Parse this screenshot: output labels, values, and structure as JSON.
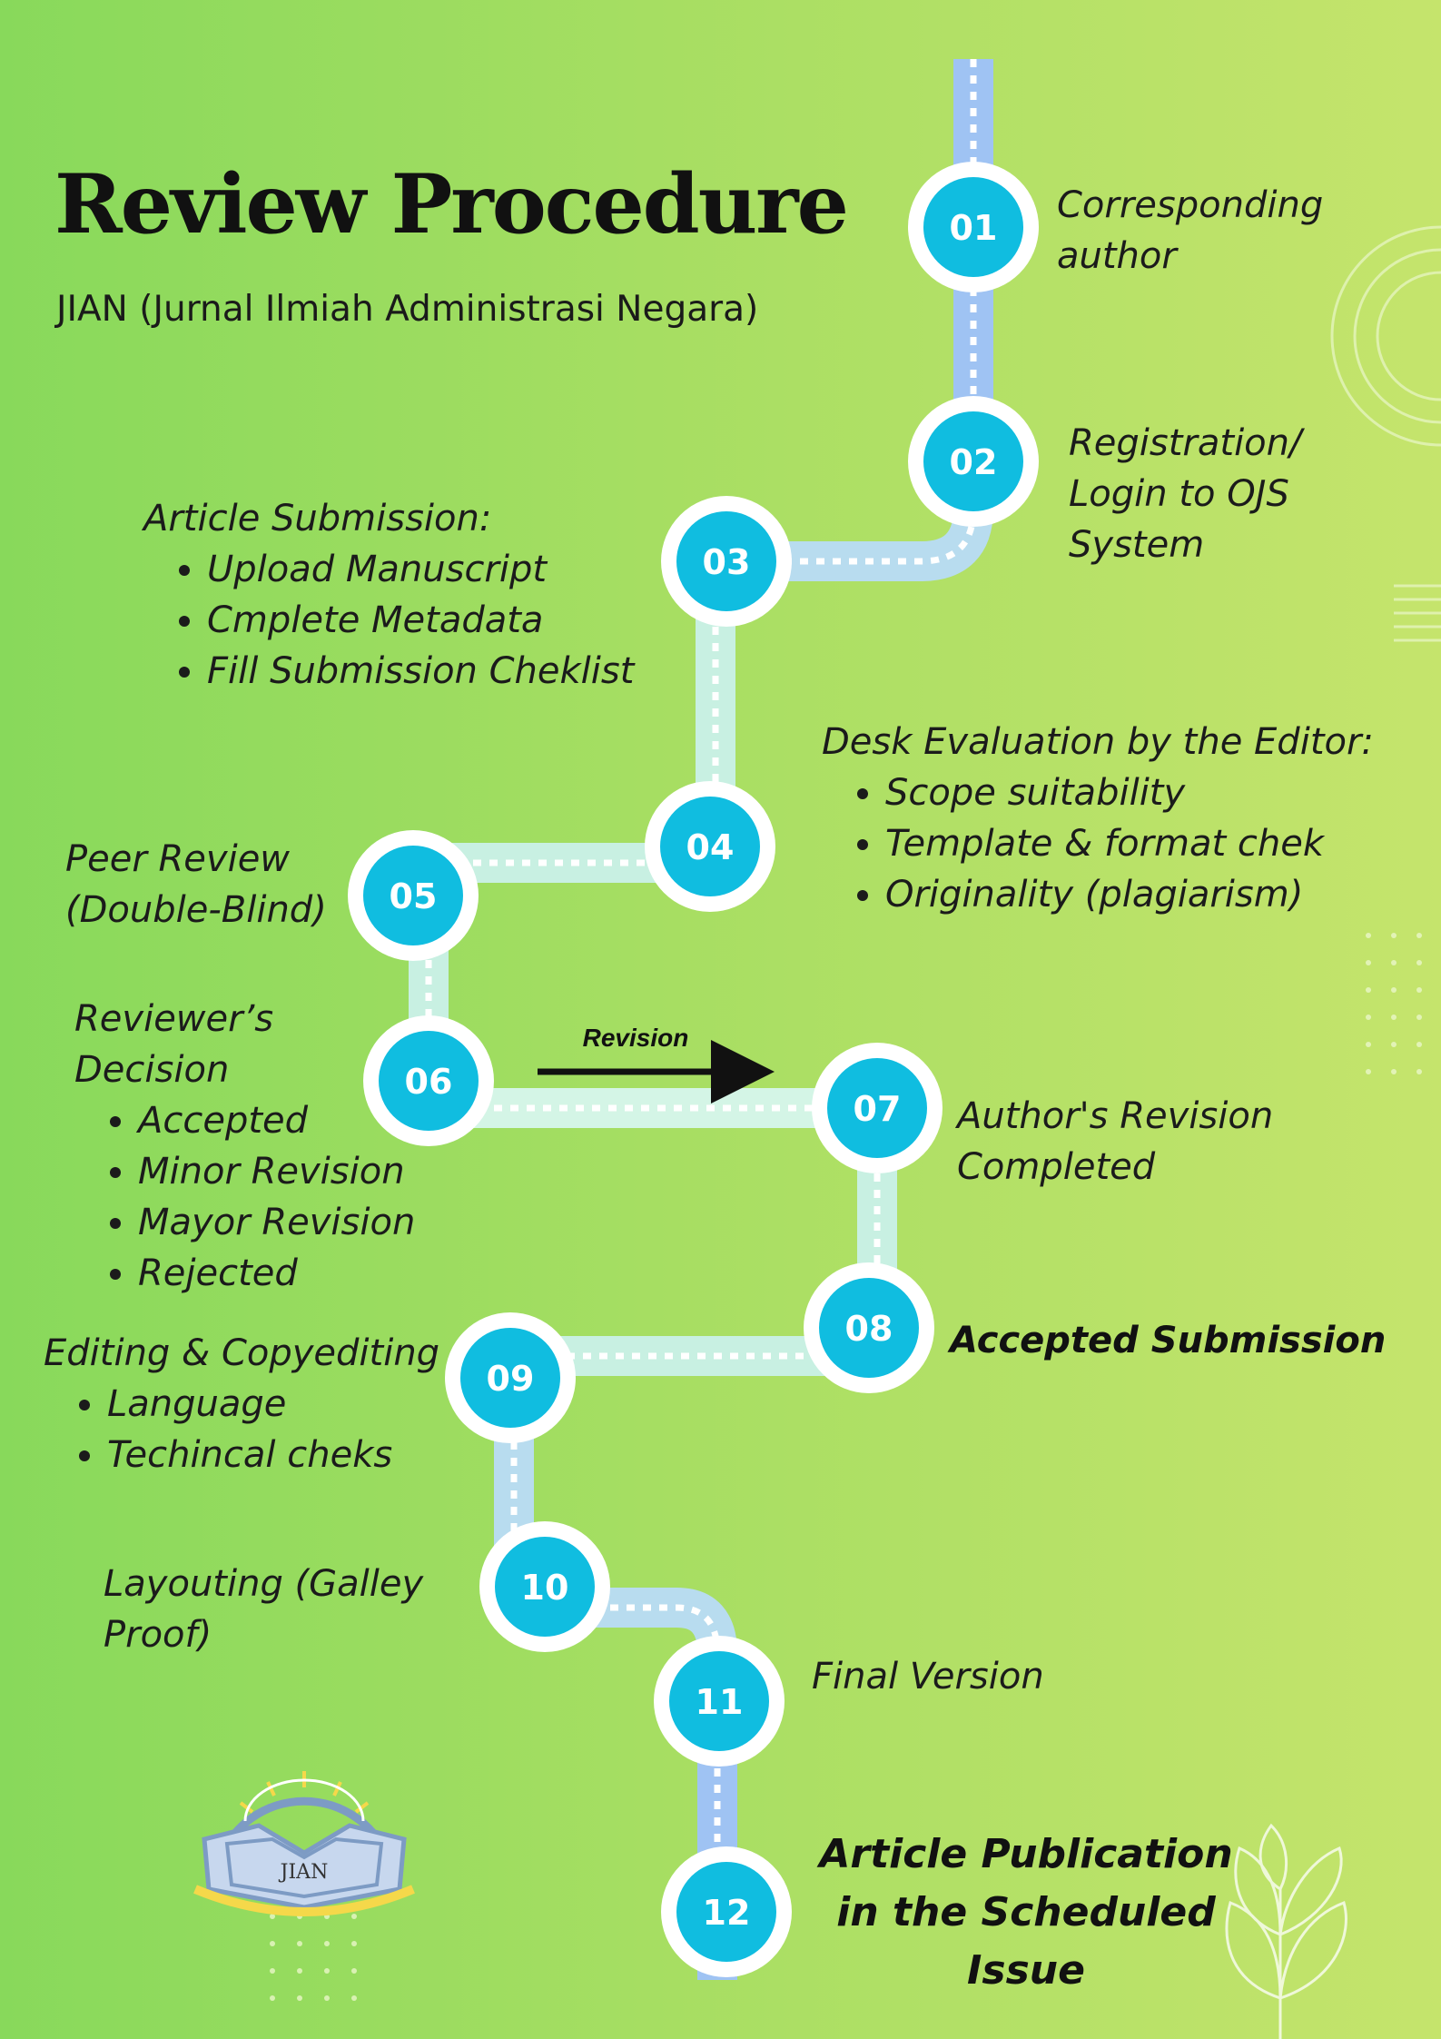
{
  "header": {
    "title": "Review Procedure",
    "subtitle": "JIAN (Jurnal Ilmiah Administrasi Negara)"
  },
  "colors": {
    "node_fill": "#10bde0",
    "node_ring": "#ffffff",
    "path_blue": "#9fc3f3",
    "path_mint": "#c8f0e2"
  },
  "steps": [
    {
      "num": "01",
      "title": "Corresponding author",
      "items": []
    },
    {
      "num": "02",
      "title": "Registration/ Login to OJS System",
      "items": []
    },
    {
      "num": "03",
      "title": "Article Submission:",
      "items": [
        "Upload Manuscript",
        "Cmplete Metadata",
        "Fill Submission Cheklist"
      ]
    },
    {
      "num": "04",
      "title": "Desk Evaluation by the Editor:",
      "items": [
        "Scope suitability",
        "Template & format chek",
        "Originality (plagiarism)"
      ]
    },
    {
      "num": "05",
      "title": "Peer Review (Double-Blind)",
      "items": []
    },
    {
      "num": "06",
      "title": "Reviewer’s Decision",
      "items": [
        "Accepted",
        "Minor Revision",
        "Mayor Revision",
        "Rejected"
      ]
    },
    {
      "num": "07",
      "title": "Author's Revision Completed",
      "items": []
    },
    {
      "num": "08",
      "title": "Accepted Submission",
      "items": []
    },
    {
      "num": "09",
      "title": "Editing & Copyediting",
      "items": [
        "Language",
        "Techincal cheks"
      ]
    },
    {
      "num": "10",
      "title": "Layouting (Galley Proof)",
      "items": []
    },
    {
      "num": "11",
      "title": "Final Version",
      "items": []
    },
    {
      "num": "12",
      "title": "Article Publication in the Scheduled Issue",
      "items": []
    }
  ],
  "revision_label": "Revision",
  "logo_text": "JIAN"
}
